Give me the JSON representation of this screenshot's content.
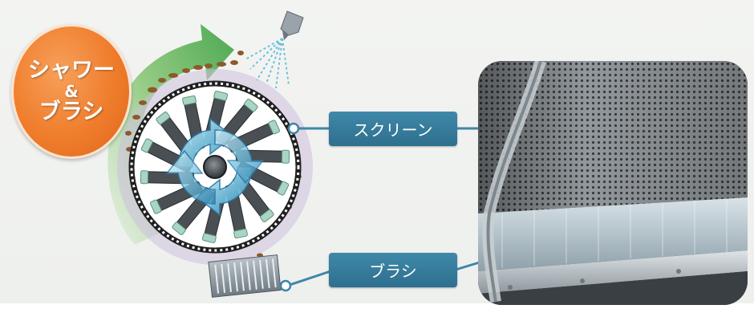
{
  "badge": {
    "line1": "シャワー",
    "line2": "&",
    "line3": "ブラシ"
  },
  "labels": {
    "screen": "スクリーン",
    "brush": "ブラシ"
  },
  "colors": {
    "badge_orange": "#ef7d2c",
    "label_blue": "#34789a",
    "arrow_green": "#3aa040",
    "rotation_arrow_blue": "#5fb4d6"
  },
  "icons": [
    "spray-nozzle-icon",
    "rotation-arrows-icon",
    "curved-arrow-icon"
  ]
}
